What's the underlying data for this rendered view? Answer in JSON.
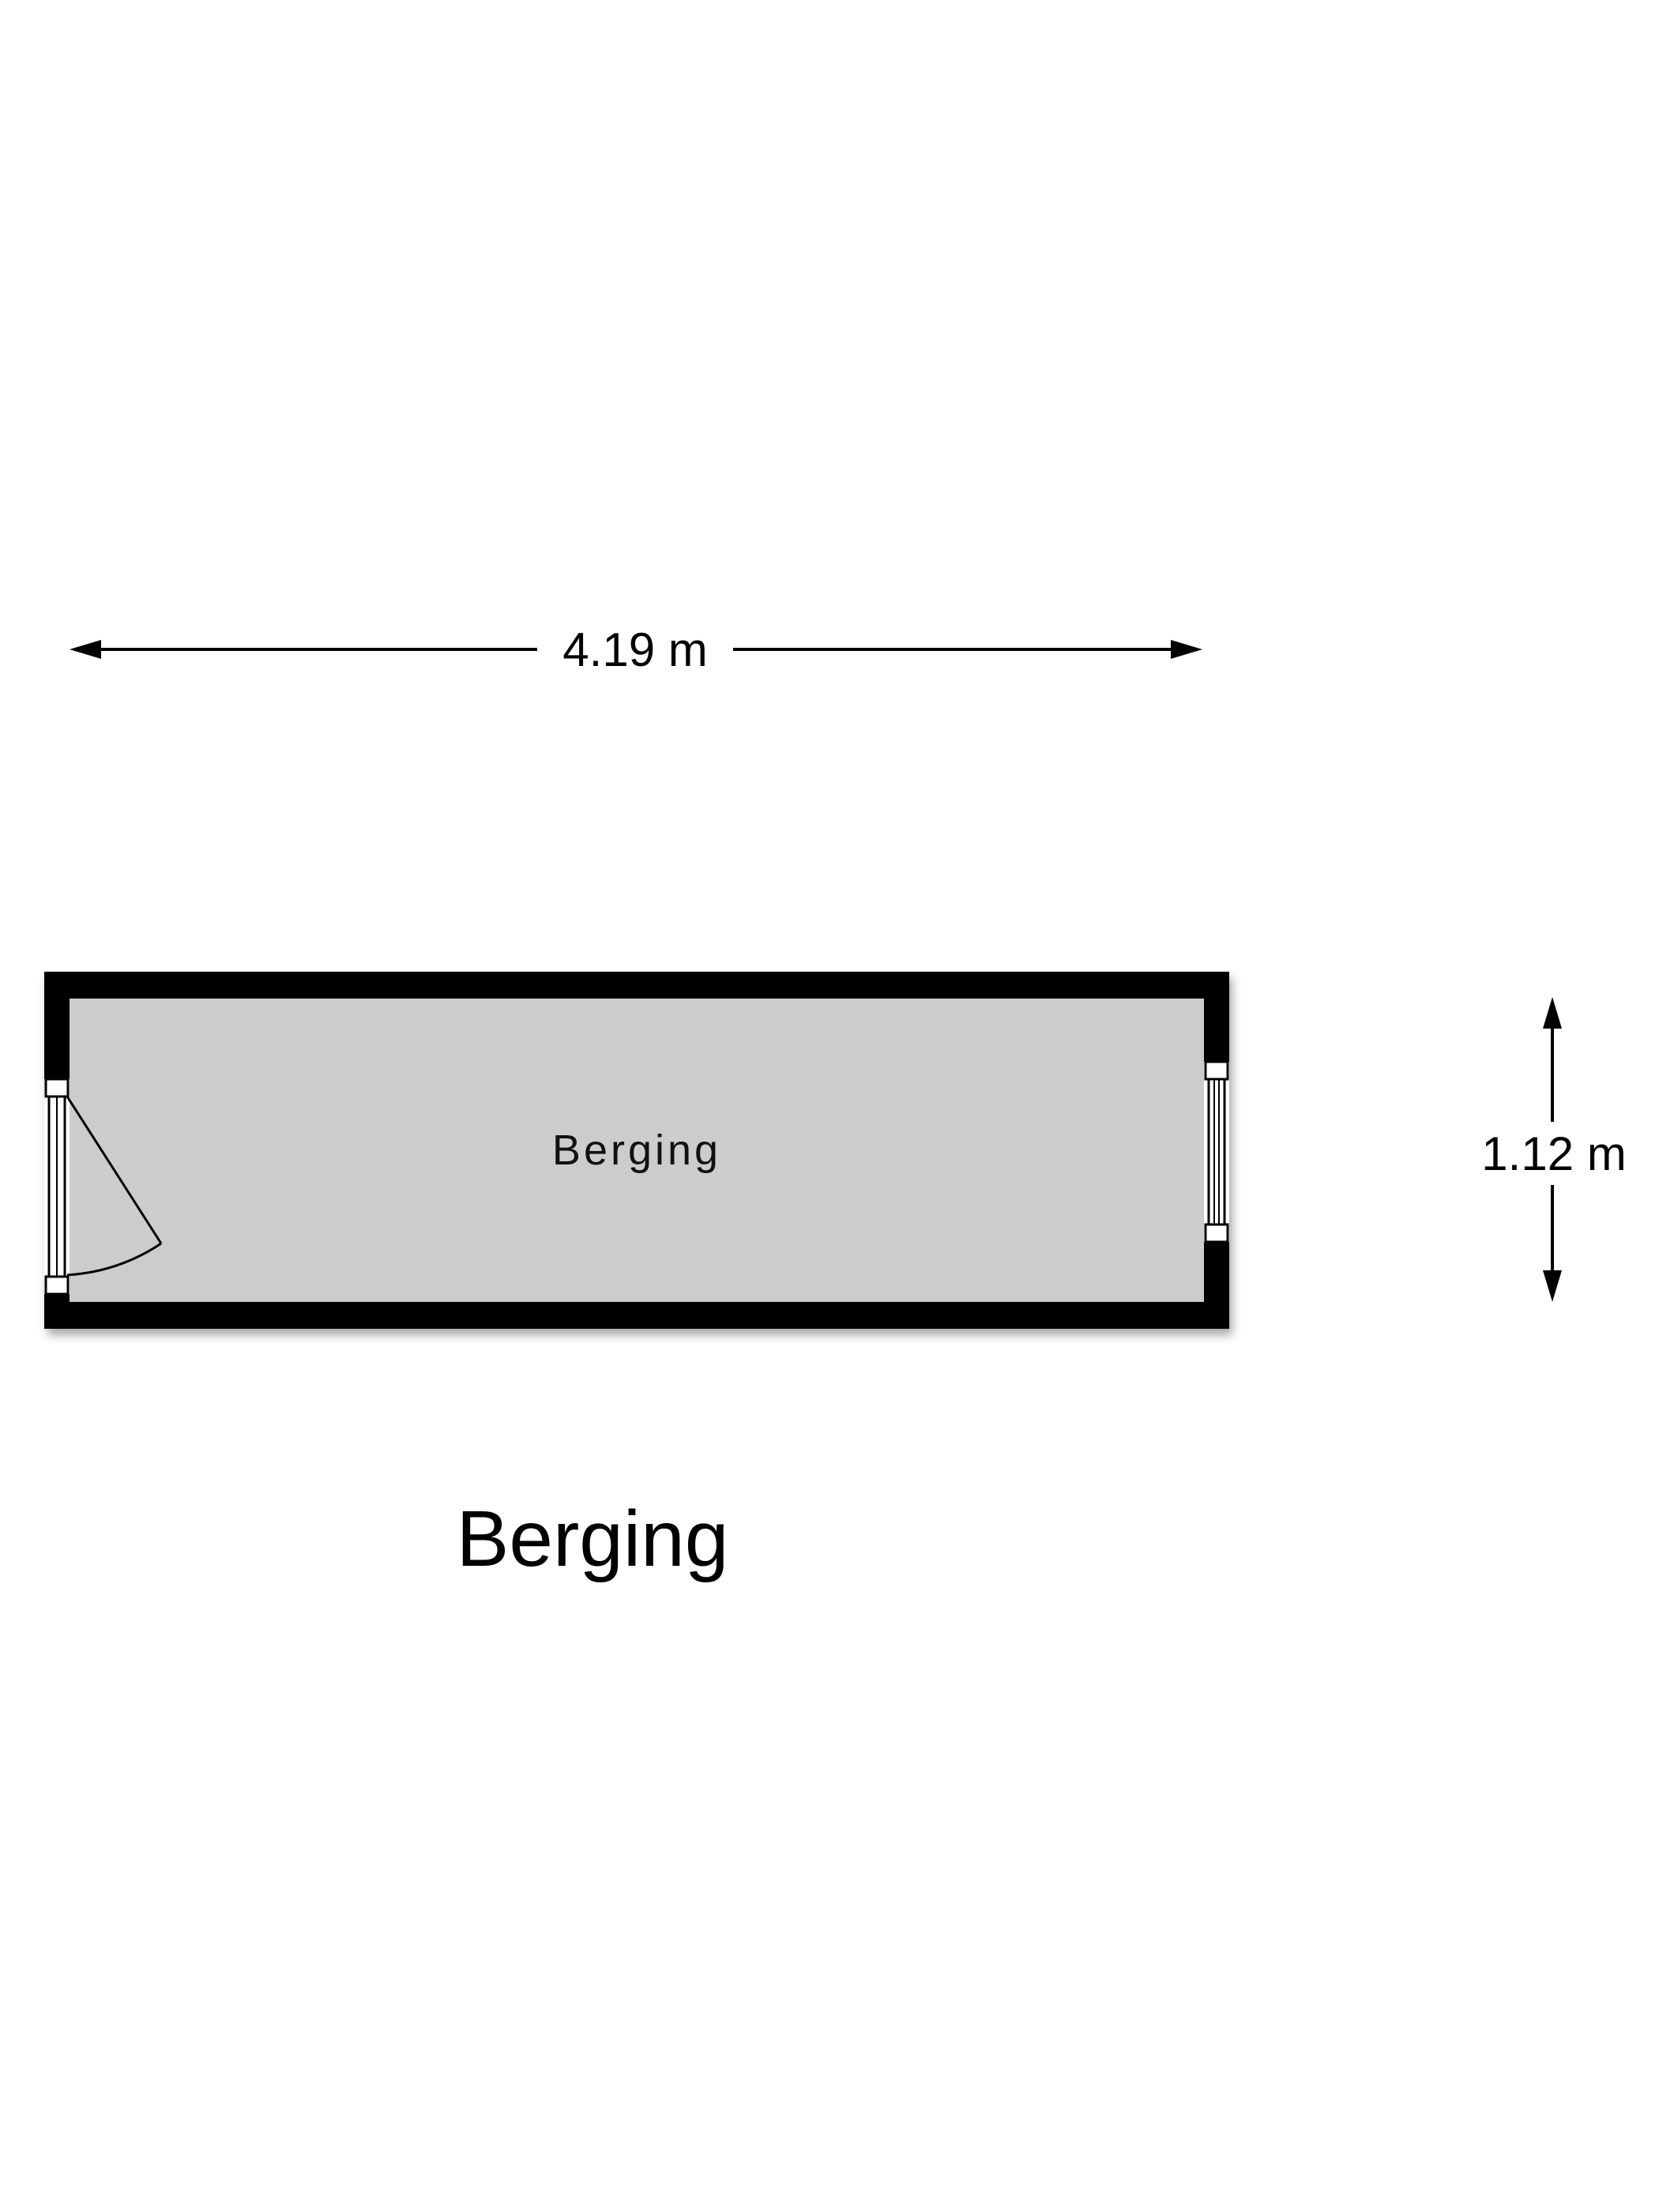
{
  "plan": {
    "width_dimension": "4.19 m",
    "height_dimension": "1.12 m",
    "room_label": "Berging",
    "caption": "Berging"
  },
  "colors": {
    "background": "#ffffff",
    "wall": "#000000",
    "floor": "#cccccc",
    "frame": "#ffffff"
  }
}
